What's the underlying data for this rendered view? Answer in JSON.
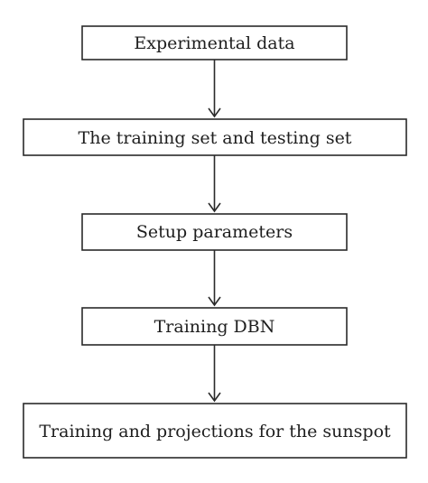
{
  "flowchart": {
    "steps": [
      {
        "label": "Experimental data"
      },
      {
        "label": "The training set and testing set"
      },
      {
        "label": "Setup parameters"
      },
      {
        "label": "Training DBN"
      },
      {
        "label": "Training and projections for the sunspot"
      }
    ]
  }
}
